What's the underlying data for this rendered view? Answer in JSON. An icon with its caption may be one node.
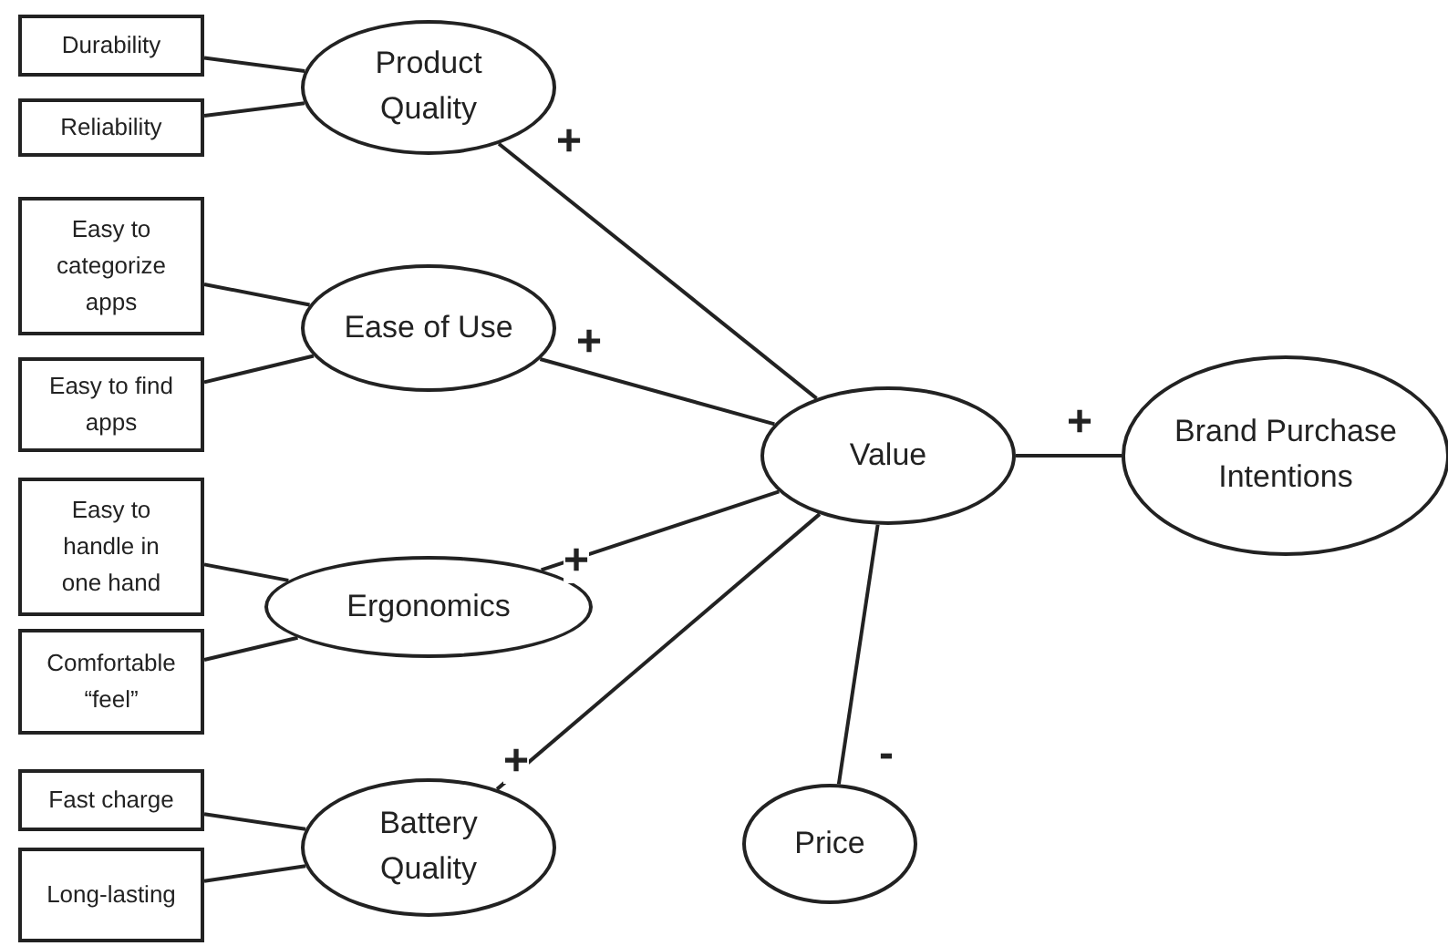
{
  "diagram": {
    "nodes": [
      {
        "text": [
          "Durability"
        ]
      },
      {
        "text": [
          "Reliability"
        ]
      },
      {
        "text": [
          "Product Quality"
        ]
      },
      {
        "text": [
          "Easy to categorize apps"
        ]
      },
      {
        "text": [
          "Easy to find apps"
        ]
      },
      {
        "text": [
          "Ease of Use"
        ]
      },
      {
        "text": [
          "Easy to handle in one hand"
        ]
      },
      {
        "text": [
          "Comfortable “feel”"
        ]
      },
      {
        "text": [
          "Ergonomics"
        ]
      },
      {
        "text": [
          "Fast charge"
        ]
      },
      {
        "text": [
          "Long-lasting"
        ]
      },
      {
        "text": [
          "Battery Quality"
        ]
      },
      {
        "text": [
          "Value"
        ]
      },
      {
        "text": [
          "Brand Purchase Intentions"
        ]
      },
      {
        "text": [
          "Price"
        ]
      }
    ],
    "edges": [
      {
        "from": 0,
        "to": 2,
        "arrow": "none"
      },
      {
        "from": 1,
        "to": 2,
        "arrow": "none"
      },
      {
        "from": 3,
        "to": 5,
        "arrow": "none"
      },
      {
        "from": 4,
        "to": 5,
        "arrow": "none"
      },
      {
        "from": 6,
        "to": 8,
        "arrow": "none"
      },
      {
        "from": 7,
        "to": 8,
        "arrow": "none"
      },
      {
        "from": 9,
        "to": 11,
        "arrow": "none"
      },
      {
        "from": 10,
        "to": 11,
        "arrow": "none"
      },
      {
        "from": 2,
        "to": 12,
        "arrow": "none",
        "label": "+"
      },
      {
        "from": 5,
        "to": 12,
        "arrow": "none",
        "label": "+"
      },
      {
        "from": 8,
        "to": 12,
        "arrow": "none",
        "label": "+"
      },
      {
        "from": 11,
        "to": 12,
        "arrow": "none",
        "label": "+"
      },
      {
        "from": 12,
        "to": 13,
        "arrow": "none",
        "label": "+"
      },
      {
        "from": 12,
        "to": 14,
        "arrow": "none",
        "label": "-"
      }
    ]
  }
}
